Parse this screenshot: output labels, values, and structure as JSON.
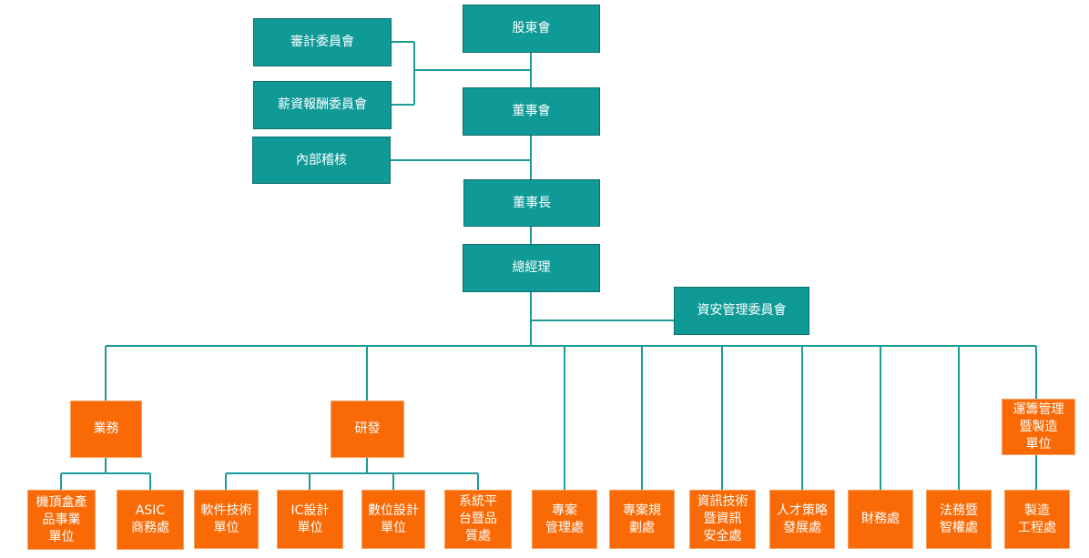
{
  "colors": {
    "teal": "#0f9a98",
    "orange": "#f96a06",
    "line": "#1b9c9a"
  },
  "governance": {
    "shareholders": "股東會",
    "board": "董事會",
    "audit_committee": "審計委員會",
    "compensation_committee": "薪資報酬委員會",
    "internal_audit": "內部稽核",
    "chairman": "董事長",
    "president": "總經理",
    "infosec_committee": "資安管理委員會"
  },
  "divisions": {
    "sales": {
      "label": "業務",
      "units": [
        "機頂盒產\n品事業\n單位",
        "ASIC\n商務處"
      ]
    },
    "rd": {
      "label": "研發",
      "units": [
        "軟件技術\n單位",
        "IC設計\n單位",
        "數位設計\n單位",
        "系統平\n台暨品\n質處"
      ]
    },
    "operations": {
      "label": "運籌管理\n暨製造\n單位",
      "units": [
        "製造\n工程處"
      ]
    }
  },
  "departments": [
    "專案\n管理處",
    "專案規\n劃處",
    "資訊技術\n暨資訊\n安全處",
    "人才策略\n發展處",
    "財務處",
    "法務暨\n智權處"
  ]
}
